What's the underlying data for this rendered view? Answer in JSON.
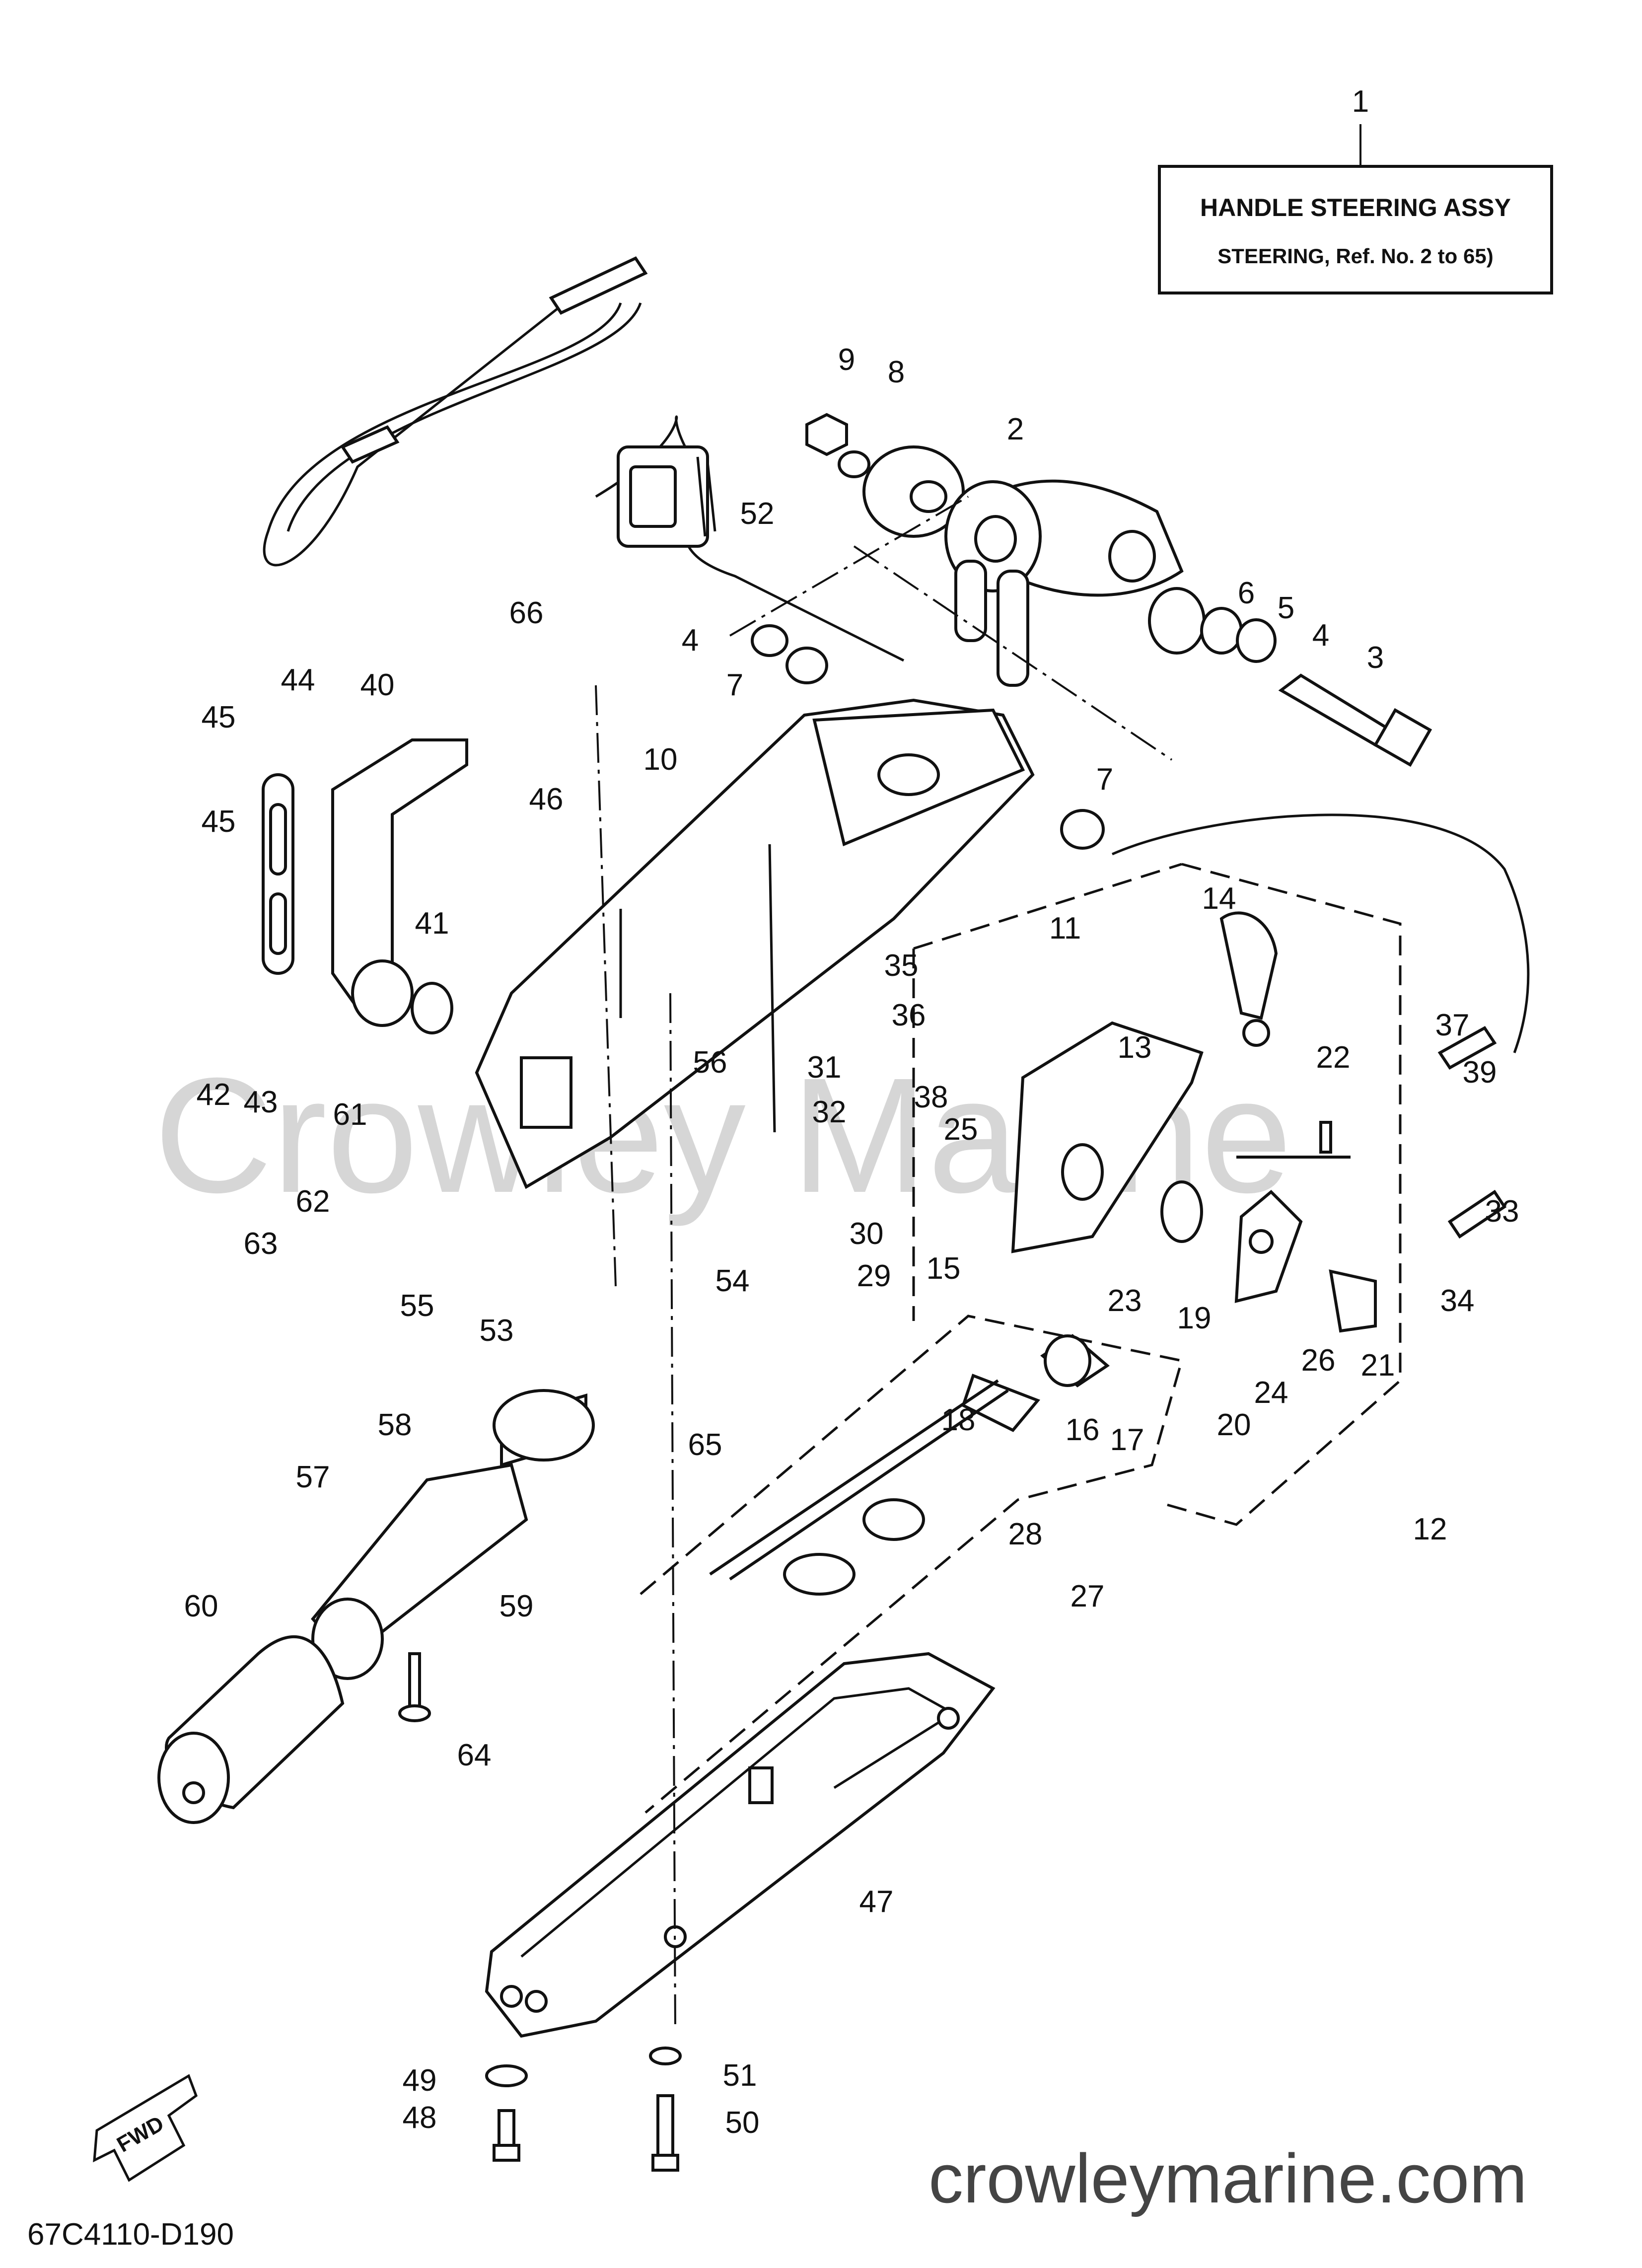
{
  "header": {
    "ref_no": "1",
    "title_line1": "HANDLE STEERING ASSY",
    "title_line2": "STEERING, Ref. No. 2 to 65)"
  },
  "footer": {
    "drawing_code": "67C4110-D190",
    "watermark_url": "crowleymarine.com",
    "watermark_brand": "Crowley Marine"
  },
  "direction_badge": "FWD",
  "colors": {
    "ink": "#111111",
    "watermark": "#c8c8c8",
    "watermark_url": "#444444"
  },
  "callouts": [
    {
      "n": "1"
    },
    {
      "n": "2"
    },
    {
      "n": "3"
    },
    {
      "n": "4"
    },
    {
      "n": "4"
    },
    {
      "n": "5"
    },
    {
      "n": "6"
    },
    {
      "n": "7"
    },
    {
      "n": "7"
    },
    {
      "n": "8"
    },
    {
      "n": "9"
    },
    {
      "n": "10"
    },
    {
      "n": "11"
    },
    {
      "n": "12"
    },
    {
      "n": "13"
    },
    {
      "n": "14"
    },
    {
      "n": "15"
    },
    {
      "n": "16"
    },
    {
      "n": "17"
    },
    {
      "n": "18"
    },
    {
      "n": "19"
    },
    {
      "n": "20"
    },
    {
      "n": "21"
    },
    {
      "n": "22"
    },
    {
      "n": "23"
    },
    {
      "n": "24"
    },
    {
      "n": "25"
    },
    {
      "n": "26"
    },
    {
      "n": "27"
    },
    {
      "n": "28"
    },
    {
      "n": "29"
    },
    {
      "n": "30"
    },
    {
      "n": "31"
    },
    {
      "n": "32"
    },
    {
      "n": "33"
    },
    {
      "n": "34"
    },
    {
      "n": "35"
    },
    {
      "n": "36"
    },
    {
      "n": "37"
    },
    {
      "n": "38"
    },
    {
      "n": "39"
    },
    {
      "n": "40"
    },
    {
      "n": "41"
    },
    {
      "n": "42"
    },
    {
      "n": "43"
    },
    {
      "n": "44"
    },
    {
      "n": "45"
    },
    {
      "n": "45"
    },
    {
      "n": "46"
    },
    {
      "n": "47"
    },
    {
      "n": "48"
    },
    {
      "n": "49"
    },
    {
      "n": "50"
    },
    {
      "n": "51"
    },
    {
      "n": "52"
    },
    {
      "n": "53"
    },
    {
      "n": "54"
    },
    {
      "n": "55"
    },
    {
      "n": "56"
    },
    {
      "n": "57"
    },
    {
      "n": "58"
    },
    {
      "n": "59"
    },
    {
      "n": "60"
    },
    {
      "n": "61"
    },
    {
      "n": "62"
    },
    {
      "n": "63"
    },
    {
      "n": "64"
    },
    {
      "n": "65"
    },
    {
      "n": "66"
    }
  ]
}
